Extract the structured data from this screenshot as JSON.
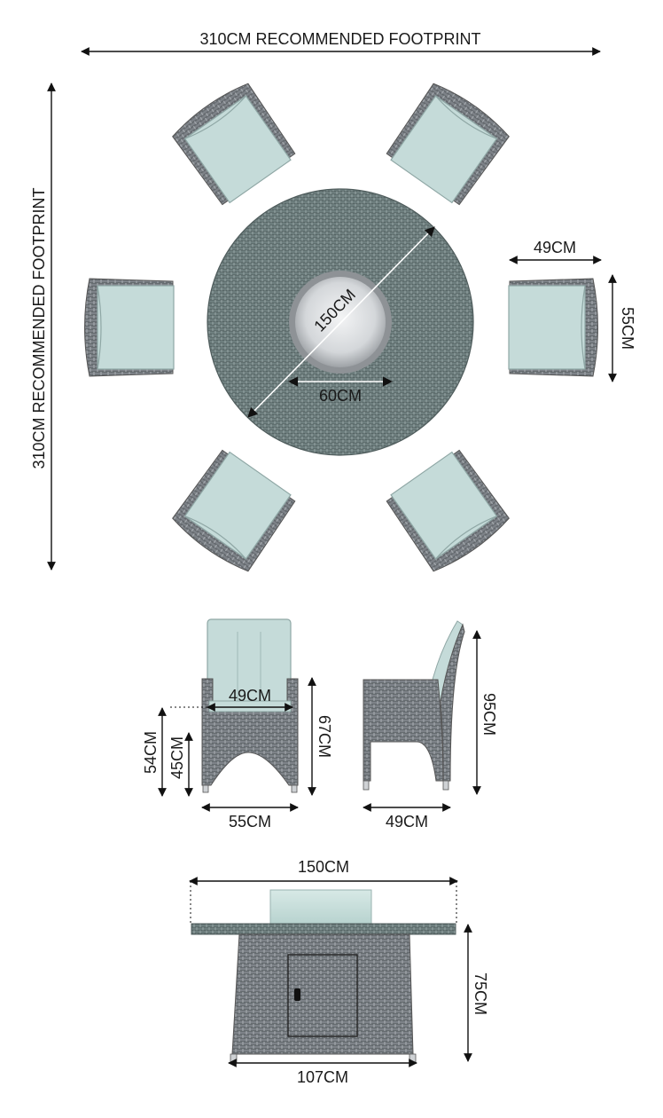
{
  "labels": {
    "footprint_width": "310CM RECOMMENDED FOOTPRINT",
    "footprint_height": "310CM RECOMMENDED FOOTPRINT",
    "table_diameter": "150CM",
    "burner_diameter": "60CM",
    "chair_top_width": "49CM",
    "chair_top_depth": "55CM",
    "chair_front_inner_width": "49CM",
    "chair_front_arm_height": "54CM",
    "chair_front_seat_height": "45CM",
    "chair_front_height": "67CM",
    "chair_front_width": "55CM",
    "chair_side_height": "95CM",
    "chair_side_depth": "49CM",
    "table_side_width": "150CM",
    "table_side_height": "75CM",
    "table_side_base_width": "107CM"
  },
  "colors": {
    "wicker": "#7d8288",
    "wicker_dark": "#5f6469",
    "wicker_light": "#a3a8ad",
    "cushion": "#c5dbd9",
    "cushion_edge": "#8fa7a5",
    "table_top": "#6f8080",
    "burner_ring": "#9b9ea1",
    "burner_center": "#e6e8ea",
    "line": "#111111"
  }
}
